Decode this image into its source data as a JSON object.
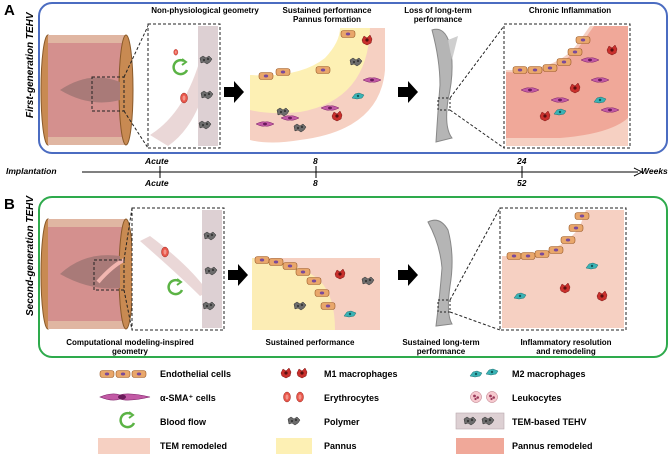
{
  "panels": {
    "a": {
      "letter": "A",
      "side_label": "First-generation TEHV",
      "captions": [
        "Non-physiological geometry",
        "Sustained performance",
        "Pannus formation",
        "Loss of long-term",
        "performance",
        "Chronic Inflammation"
      ]
    },
    "b": {
      "letter": "B",
      "side_label": "Second-generation TEHV",
      "captions": [
        "Computational modeling-inspired",
        "geometry",
        "Sustained performance",
        "Sustained long-term",
        "performance",
        "Inflammatory resolution",
        "and remodeling"
      ]
    }
  },
  "timeline": {
    "start_label": "Implantation",
    "end_label": "Weeks",
    "ticks_top": [
      "Acute",
      "8",
      "24"
    ],
    "ticks_bottom": [
      "Acute",
      "8",
      "52"
    ]
  },
  "legend": [
    {
      "label": "Endothelial cells",
      "icon": "endothelial-cells-icon"
    },
    {
      "label": "M1 macrophages",
      "icon": "m1-macrophage-icon"
    },
    {
      "label": "M2 macrophages",
      "icon": "m2-macrophage-icon"
    },
    {
      "label": "α-SMA⁺ cells",
      "icon": "asma-cell-icon"
    },
    {
      "label": "Erythrocytes",
      "icon": "erythrocyte-icon"
    },
    {
      "label": "Leukocytes",
      "icon": "leukocyte-icon"
    },
    {
      "label": "Blood flow",
      "icon": "blood-flow-icon"
    },
    {
      "label": "Polymer",
      "icon": "polymer-icon"
    },
    {
      "label": "TEM-based TEHV",
      "icon": "tem-tehv-icon"
    },
    {
      "label": "TEM remodeled",
      "icon": "tem-remodeled-swatch",
      "color": "#f6d0c2"
    },
    {
      "label": "Pannus",
      "icon": "pannus-swatch",
      "color": "#fdf0b4"
    },
    {
      "label": "Pannus remodeled",
      "icon": "pannus-remodeled-swatch",
      "color": "#f0a899"
    }
  ],
  "colors": {
    "panel_a_border": "#4b6cc1",
    "panel_b_border": "#2eaa4c",
    "tem_remodeled": "#f6d0c2",
    "pannus": "#fdf0b4",
    "pannus_remodeled": "#f0a899",
    "endothelial": "#e9a76b",
    "m1": "#c9302c",
    "m2": "#3ab3b5",
    "asma": "#b23a8e"
  }
}
